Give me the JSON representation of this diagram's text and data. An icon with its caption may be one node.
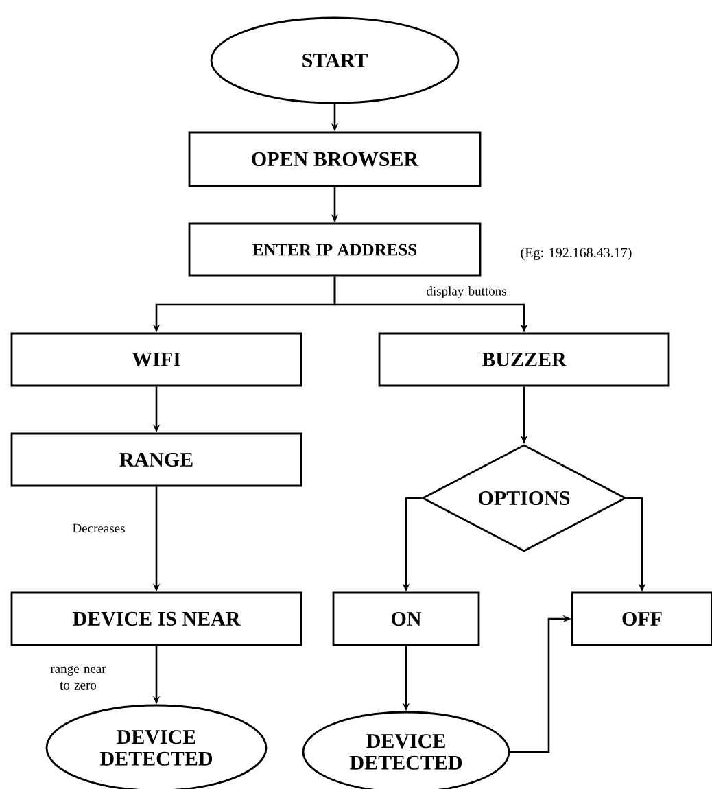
{
  "diagram": {
    "nodes": [
      {
        "text": [
          "START"
        ]
      },
      {
        "text": [
          "OPEN BROWSER"
        ]
      },
      {
        "text": [
          "ENTER IP ADDRESS"
        ],
        "beside": [
          "(Eg: 192.168.43.17)"
        ]
      },
      {
        "text": [
          "WIFI"
        ]
      },
      {
        "text": [
          "BUZZER"
        ]
      },
      {
        "text": [
          "RANGE"
        ]
      },
      {
        "text": [
          "OPTIONS"
        ]
      },
      {
        "text": [
          "DEVICE IS NEAR"
        ]
      },
      {
        "text": [
          "ON"
        ]
      },
      {
        "text": [
          "OFF"
        ]
      },
      {
        "text": [
          "DEVICE DETECTED"
        ]
      },
      {
        "text": [
          "DEVICE DETECTED"
        ]
      }
    ],
    "edges": [
      {
        "from": 0,
        "to": 1,
        "arrow": "to"
      },
      {
        "from": 1,
        "to": 2,
        "arrow": "to"
      },
      {
        "from": 2,
        "to": 3,
        "arrow": "to"
      },
      {
        "from": 2,
        "to": 4,
        "arrow": "to",
        "label": "display buttons"
      },
      {
        "from": 3,
        "to": 5,
        "arrow": "to"
      },
      {
        "from": 4,
        "to": 6,
        "arrow": "to"
      },
      {
        "from": 5,
        "to": 7,
        "arrow": "to",
        "label": "Decreases"
      },
      {
        "from": 6,
        "to": 8,
        "arrow": "to"
      },
      {
        "from": 6,
        "to": 9,
        "arrow": "to"
      },
      {
        "from": 7,
        "to": 10,
        "arrow": "to",
        "label": "range near to zero"
      },
      {
        "from": 8,
        "to": 11,
        "arrow": "to"
      },
      {
        "from": 11,
        "to": 9,
        "arrow": "to"
      }
    ]
  }
}
